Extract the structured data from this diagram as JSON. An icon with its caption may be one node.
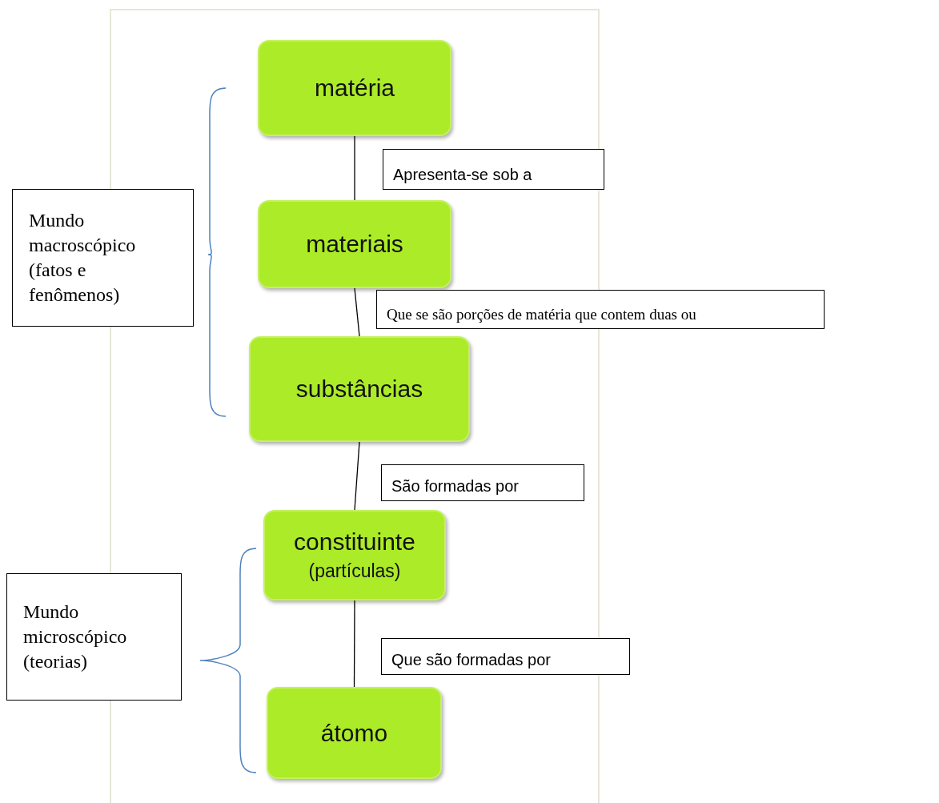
{
  "diagram": {
    "nodes": [
      {
        "text": [
          "matéria"
        ]
      },
      {
        "text": [
          "materiais"
        ]
      },
      {
        "text": [
          "substâncias"
        ]
      },
      {
        "text": [
          "constituinte",
          "(partículas)"
        ]
      },
      {
        "text": [
          "átomo"
        ]
      },
      {
        "text": [
          "Mundo macroscópico (fatos e fenômenos)"
        ]
      },
      {
        "text": [
          "Mundo microscópico (teorias)"
        ]
      }
    ],
    "edges": [
      {
        "from": 0,
        "to": 1,
        "arrow": "none",
        "label": "Apresenta-se sob a"
      },
      {
        "from": 1,
        "to": 2,
        "arrow": "none",
        "label": "Que se são porções de matéria que contem duas ou"
      },
      {
        "from": 2,
        "to": 3,
        "arrow": "none",
        "label": "São formadas por"
      },
      {
        "from": 3,
        "to": 4,
        "arrow": "none",
        "label": "Que são formadas por"
      }
    ]
  }
}
